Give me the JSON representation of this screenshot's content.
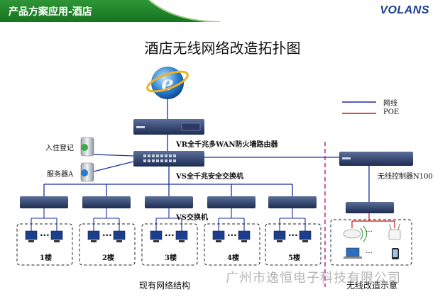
{
  "header": {
    "title": "产品方案应用-酒店",
    "logo": "VOLANS"
  },
  "diagram": {
    "title": "酒店无线网络改造拓扑图",
    "router_label": "VR全千兆多WAN防火墙路由器",
    "core_switch_label": "VS全千兆安全交换机",
    "access_switch_label": "VS交换机",
    "server_checkin_label": "入住登记",
    "server_a_label": "服务器A",
    "controller_label": "无线控制器N100",
    "floors": [
      "1楼",
      "2楼",
      "3楼",
      "4楼",
      "5楼"
    ],
    "existing_label": "现有网络结构",
    "wireless_label": "无线改造示意"
  },
  "legend": {
    "network": "网线",
    "poe": "POE"
  },
  "colors": {
    "network_line": "#1a2fa0",
    "poe_line": "#d01010",
    "divider": "#c020a0",
    "header": "#1f8a2a"
  },
  "watermark": "广州市逸恒电子科技有限公司"
}
